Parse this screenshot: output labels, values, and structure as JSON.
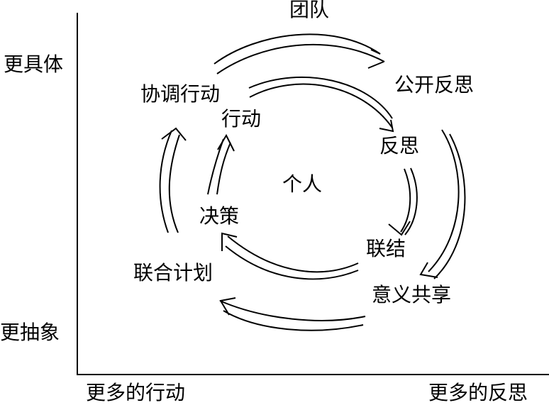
{
  "axes": {
    "y_top": "更具体",
    "y_bottom": "更抽象",
    "x_left": "更多的行动",
    "x_right": "更多的反思"
  },
  "outer_cycle": {
    "title": "团队",
    "steps": [
      "公开反思",
      "意义共享",
      "联合计划",
      "协调行动"
    ]
  },
  "inner_cycle": {
    "title": "个人",
    "steps": [
      "反思",
      "联结",
      "决策",
      "行动"
    ]
  }
}
